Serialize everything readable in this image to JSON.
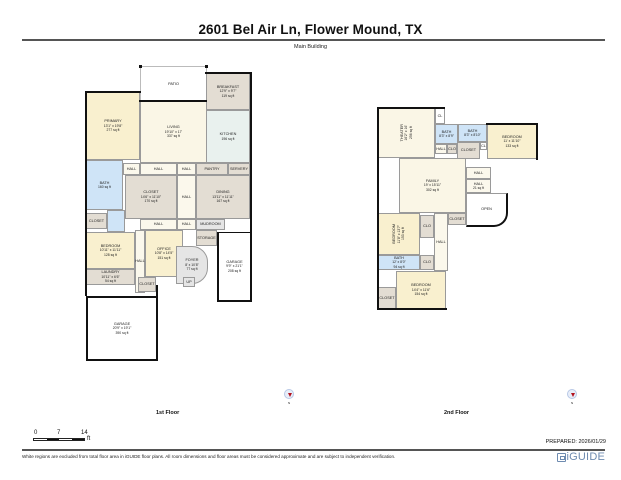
{
  "header": {
    "title": "2601 Bel Air Ln, Flower Mound, TX",
    "subtitle": "Main Building"
  },
  "floors": [
    {
      "label": "1st Floor",
      "compass_label": "N",
      "rooms": [
        {
          "name": "PATIO",
          "dims": "",
          "area": ""
        },
        {
          "name": "BREAKFAST",
          "dims": "12'9\" x 9'7\"",
          "area": "119 sq ft"
        },
        {
          "name": "LIVING",
          "dims": "19'10\" x 17'",
          "area": "337 sq ft"
        },
        {
          "name": "KITCHEN",
          "dims": "",
          "area": "196 sq ft"
        },
        {
          "name": "PRIMARY",
          "dims": "13'1\" x 19'8\"",
          "area": "277 sq ft"
        },
        {
          "name": "BATH",
          "dims": "",
          "area": "160 sq ft"
        },
        {
          "name": "HALL",
          "dims": "",
          "area": ""
        },
        {
          "name": "HALL",
          "dims": "",
          "area": ""
        },
        {
          "name": "HALL",
          "dims": "",
          "area": ""
        },
        {
          "name": "PANTRY",
          "dims": "",
          "area": ""
        },
        {
          "name": "SERVERY",
          "dims": "",
          "area": ""
        },
        {
          "name": "CLOSET",
          "dims": "14'6\" x 11'10\"",
          "area": "170 sq ft"
        },
        {
          "name": "HALL",
          "dims": "",
          "area": ""
        },
        {
          "name": "DINING",
          "dims": "13'11\" x 11'11\"",
          "area": "167 sq ft"
        },
        {
          "name": "CLOSET",
          "dims": "",
          "area": ""
        },
        {
          "name": "HALL",
          "dims": "",
          "area": ""
        },
        {
          "name": "HALL",
          "dims": "",
          "area": ""
        },
        {
          "name": "MUDROOM",
          "dims": "",
          "area": ""
        },
        {
          "name": "BEDROOM",
          "dims": "10'11\" x 11'11\"",
          "area": "128 sq ft"
        },
        {
          "name": "HALL",
          "dims": "",
          "area": ""
        },
        {
          "name": "OFFICE",
          "dims": "10'8\" x 14'5\"",
          "area": "151 sq ft"
        },
        {
          "name": "FOYER",
          "dims": "8' x 10'8\"",
          "area": "77 sq ft"
        },
        {
          "name": "STORAGE",
          "dims": "",
          "area": ""
        },
        {
          "name": "GARAGE",
          "dims": "9'9\" x 21'1\"",
          "area": "208 sq ft"
        },
        {
          "name": "LAUNDRY",
          "dims": "10'11\" x 6'6\"",
          "area": "54 sq ft"
        },
        {
          "name": "CLOSET",
          "dims": "",
          "area": ""
        },
        {
          "name": "UP",
          "dims": "",
          "area": ""
        },
        {
          "name": "GARAGE",
          "dims": "20'9\" x 19'1\"",
          "area": "390 sq ft"
        }
      ]
    },
    {
      "label": "2nd Floor",
      "compass_label": "N",
      "rooms": [
        {
          "name": "THEATER",
          "dims": "16'2\" x 16'",
          "area": "256 sq ft"
        },
        {
          "name": "CL",
          "dims": "",
          "area": ""
        },
        {
          "name": "BATH",
          "dims": "8'3\" x 8'9\"",
          "area": ""
        },
        {
          "name": "BATH",
          "dims": "8'3\" x 8'10\"",
          "area": ""
        },
        {
          "name": "CL",
          "dims": "",
          "area": ""
        },
        {
          "name": "BEDROOM",
          "dims": "11' x 11'10\"",
          "area": "133 sq ft"
        },
        {
          "name": "HALL",
          "dims": "",
          "area": ""
        },
        {
          "name": "CLO",
          "dims": "",
          "area": ""
        },
        {
          "name": "CLOSET",
          "dims": "",
          "area": ""
        },
        {
          "name": "HALL",
          "dims": "",
          "area": ""
        },
        {
          "name": "FAMILY",
          "dims": "19' x 15'11\"",
          "area": "302 sq ft"
        },
        {
          "name": "HALL",
          "dims": "",
          "area": "21 sq ft"
        },
        {
          "name": "OPEN",
          "dims": "",
          "area": ""
        },
        {
          "name": "CLOSET",
          "dims": "",
          "area": ""
        },
        {
          "name": "BEDROOM",
          "dims": "11'8\" x 13'7\"",
          "area": "153 sq ft"
        },
        {
          "name": "CLO",
          "dims": "",
          "area": ""
        },
        {
          "name": "HALL",
          "dims": "",
          "area": ""
        },
        {
          "name": "BATH",
          "dims": "12' x 8'0\"",
          "area": "94 sq ft"
        },
        {
          "name": "CLO",
          "dims": "",
          "area": ""
        },
        {
          "name": "BEDROOM",
          "dims": "14'4\" x 11'6\"",
          "area": "154 sq ft"
        },
        {
          "name": "CLOSET",
          "dims": "",
          "area": ""
        }
      ]
    }
  ],
  "scale": {
    "ticks": [
      "0",
      "7",
      "14"
    ],
    "unit": "ft"
  },
  "footer": {
    "prepared": "PREPARED: 2026/01/29",
    "disclaimer": "White regions are excluded from total floor area in iGUIDE floor plans. All room dimensions and floor areas must be considered approximate and are subject to independent verification.",
    "brand": "iGUIDE"
  },
  "colors": {
    "bedroom": "#f9f0cf",
    "living": "#faf6e6",
    "utility": "#e3ddd3",
    "bath": "#cfe4f7",
    "kitchen": "#e9f1ee",
    "foyer": "#e5e5e5",
    "wall": "#111111",
    "brand": "#6e8bb0",
    "compass_needle": "#b3121d"
  }
}
